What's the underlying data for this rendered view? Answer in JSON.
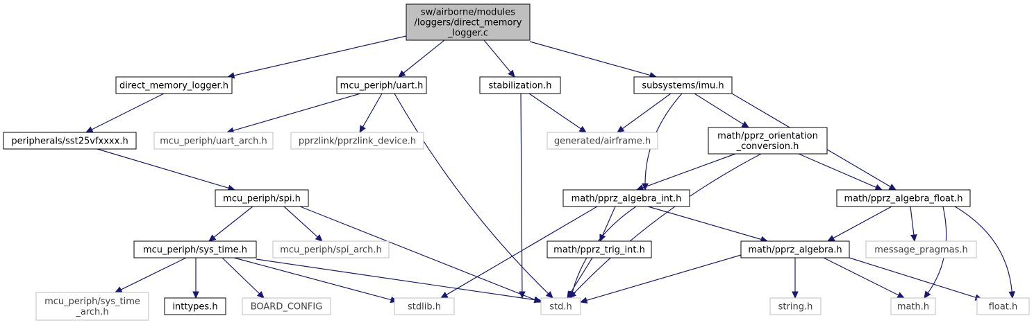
{
  "diagram": {
    "type": "include-dependency-graph",
    "nodes": [
      {
        "id": "root",
        "label_lines": [
          "sw/airborne/modules",
          "/loggers/direct_memory",
          "_logger.c"
        ],
        "kind": "root"
      },
      {
        "id": "dml",
        "label_lines": [
          "direct_memory_logger.h"
        ],
        "kind": "doc"
      },
      {
        "id": "uart",
        "label_lines": [
          "mcu_periph/uart.h"
        ],
        "kind": "doc"
      },
      {
        "id": "stab",
        "label_lines": [
          "stabilization.h"
        ],
        "kind": "doc"
      },
      {
        "id": "imu",
        "label_lines": [
          "subsystems/imu.h"
        ],
        "kind": "doc"
      },
      {
        "id": "sst",
        "label_lines": [
          "peripherals/sst25vfxxxx.h"
        ],
        "kind": "doc"
      },
      {
        "id": "uartarch",
        "label_lines": [
          "mcu_periph/uart_arch.h"
        ],
        "kind": "ext"
      },
      {
        "id": "pprzlink",
        "label_lines": [
          "pprzlink/pprzlink_device.h"
        ],
        "kind": "ext"
      },
      {
        "id": "airframe",
        "label_lines": [
          "generated/airframe.h"
        ],
        "kind": "ext"
      },
      {
        "id": "orient",
        "label_lines": [
          "math/pprz_orientation",
          "_conversion.h"
        ],
        "kind": "doc"
      },
      {
        "id": "spi",
        "label_lines": [
          "mcu_periph/spi.h"
        ],
        "kind": "doc"
      },
      {
        "id": "algint",
        "label_lines": [
          "math/pprz_algebra_int.h"
        ],
        "kind": "doc"
      },
      {
        "id": "algfloat",
        "label_lines": [
          "math/pprz_algebra_float.h"
        ],
        "kind": "doc"
      },
      {
        "id": "systime",
        "label_lines": [
          "mcu_periph/sys_time.h"
        ],
        "kind": "doc"
      },
      {
        "id": "spiarch",
        "label_lines": [
          "mcu_periph/spi_arch.h"
        ],
        "kind": "ext"
      },
      {
        "id": "trig",
        "label_lines": [
          "math/pprz_trig_int.h"
        ],
        "kind": "doc"
      },
      {
        "id": "alg",
        "label_lines": [
          "math/pprz_algebra.h"
        ],
        "kind": "doc"
      },
      {
        "id": "msgprag",
        "label_lines": [
          "message_pragmas.h"
        ],
        "kind": "ext"
      },
      {
        "id": "systimearch",
        "label_lines": [
          "mcu_periph/sys_time",
          "_arch.h"
        ],
        "kind": "ext"
      },
      {
        "id": "inttypes",
        "label_lines": [
          "inttypes.h"
        ],
        "kind": "doc"
      },
      {
        "id": "board",
        "label_lines": [
          "BOARD_CONFIG"
        ],
        "kind": "ext"
      },
      {
        "id": "stdlib",
        "label_lines": [
          "stdlib.h"
        ],
        "kind": "ext"
      },
      {
        "id": "std",
        "label_lines": [
          "std.h"
        ],
        "kind": "ext"
      },
      {
        "id": "string",
        "label_lines": [
          "string.h"
        ],
        "kind": "ext"
      },
      {
        "id": "math",
        "label_lines": [
          "math.h"
        ],
        "kind": "ext"
      },
      {
        "id": "float",
        "label_lines": [
          "float.h"
        ],
        "kind": "ext"
      }
    ],
    "edges": [
      {
        "from": "root",
        "to": "dml"
      },
      {
        "from": "root",
        "to": "uart"
      },
      {
        "from": "root",
        "to": "stab"
      },
      {
        "from": "root",
        "to": "imu"
      },
      {
        "from": "dml",
        "to": "sst"
      },
      {
        "from": "sst",
        "to": "spi"
      },
      {
        "from": "uart",
        "to": "uartarch"
      },
      {
        "from": "uart",
        "to": "pprzlink"
      },
      {
        "from": "uart",
        "to": "std"
      },
      {
        "from": "stab",
        "to": "airframe"
      },
      {
        "from": "stab",
        "to": "std"
      },
      {
        "from": "imu",
        "to": "airframe"
      },
      {
        "from": "imu",
        "to": "orient"
      },
      {
        "from": "imu",
        "to": "algint"
      },
      {
        "from": "imu",
        "to": "algfloat"
      },
      {
        "from": "orient",
        "to": "algint"
      },
      {
        "from": "orient",
        "to": "algfloat"
      },
      {
        "from": "orient",
        "to": "std"
      },
      {
        "from": "spi",
        "to": "systime"
      },
      {
        "from": "spi",
        "to": "spiarch"
      },
      {
        "from": "spi",
        "to": "std"
      },
      {
        "from": "systime",
        "to": "systimearch"
      },
      {
        "from": "systime",
        "to": "inttypes"
      },
      {
        "from": "systime",
        "to": "board"
      },
      {
        "from": "systime",
        "to": "stdlib"
      },
      {
        "from": "systime",
        "to": "std"
      },
      {
        "from": "algint",
        "to": "trig"
      },
      {
        "from": "algint",
        "to": "alg"
      },
      {
        "from": "algint",
        "to": "stdlib"
      },
      {
        "from": "algint",
        "to": "std"
      },
      {
        "from": "trig",
        "to": "std"
      },
      {
        "from": "algfloat",
        "to": "alg"
      },
      {
        "from": "algfloat",
        "to": "msgprag"
      },
      {
        "from": "algfloat",
        "to": "math"
      },
      {
        "from": "algfloat",
        "to": "float"
      },
      {
        "from": "alg",
        "to": "std"
      },
      {
        "from": "alg",
        "to": "string"
      },
      {
        "from": "alg",
        "to": "math"
      },
      {
        "from": "alg",
        "to": "float"
      }
    ],
    "colors": {
      "root_fill": "#bfbfbf",
      "node_border": "#000000",
      "external_border": "#bfbfbf",
      "external_text": "#404040",
      "edge": "#191970"
    }
  }
}
